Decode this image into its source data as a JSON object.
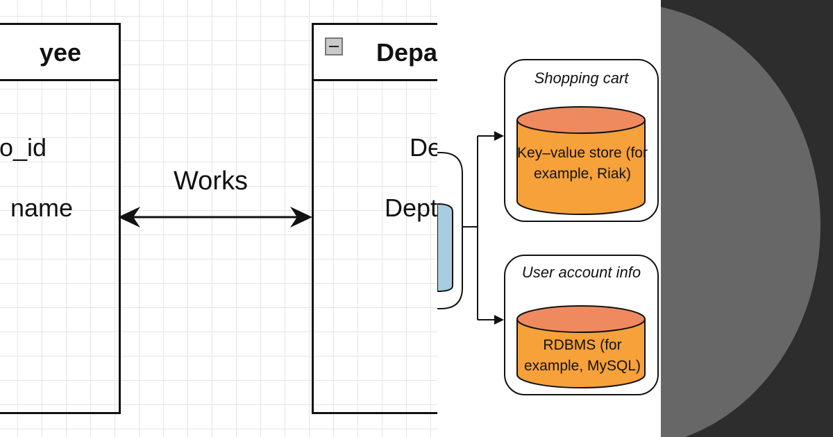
{
  "er_diagram": {
    "employee_entity": {
      "title": "yee",
      "attributes": [
        "o_id",
        "name"
      ]
    },
    "department_entity": {
      "title": "Depa",
      "attributes": [
        "De",
        "Dept"
      ]
    },
    "relationship_label": "Works"
  },
  "architecture_diagram": {
    "groups": [
      {
        "title": "Shopping cart",
        "store_label": "Key–value store (for example, Riak)"
      },
      {
        "title": "User account info",
        "store_label": "RDBMS (for example, MySQL)"
      }
    ],
    "colors": {
      "store_fill": "#f6a13a",
      "store_top": "#ef8a5e",
      "source_fill": "#a9cde0"
    }
  },
  "slide": {
    "colors": {
      "background": "#2d2d2d",
      "circle": "#676767"
    }
  }
}
